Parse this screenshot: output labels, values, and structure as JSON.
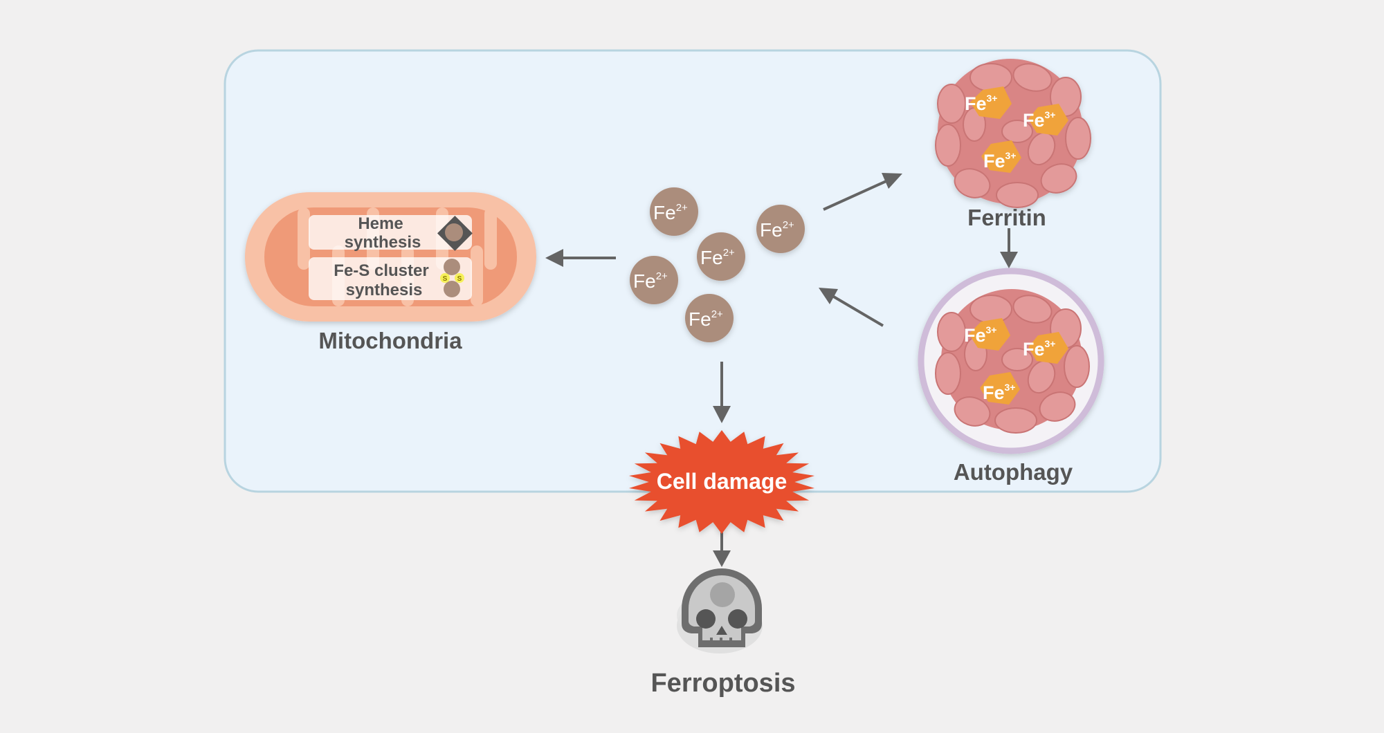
{
  "labels": {
    "heme_line1": "Heme",
    "heme_line2": "synthesis",
    "fes_line1": "Fe-S cluster",
    "fes_line2": "synthesis",
    "mitochondria": "Mitochondria",
    "ferritin": "Ferritin",
    "autophagy": "Autophagy",
    "cell_damage": "Cell damage",
    "ferroptosis": "Ferroptosis"
  },
  "ions": {
    "fe2_symbol": "Fe",
    "fe2_charge": "2+",
    "fe3_symbol": "Fe",
    "fe3_charge": "3+",
    "sulfur": "S"
  },
  "colors": {
    "background": "#f1f0f0",
    "cell": "#eaf3fb",
    "cell_border": "#b8d4e0",
    "mito_outer": "#f8c1a6",
    "mito_inner": "#ef9a78",
    "fe2": "#ab8d7c",
    "ferritin_shell": "#d98585",
    "fe3": "#f0a33a",
    "autophagosome": "#cfbcd9",
    "damage": "#e8502f",
    "arrow": "#646464",
    "label": "#555555"
  },
  "icons": {
    "heme": "heme-diamond-icon",
    "fes": "fe-s-cluster-icon",
    "death": "skull-icon"
  }
}
